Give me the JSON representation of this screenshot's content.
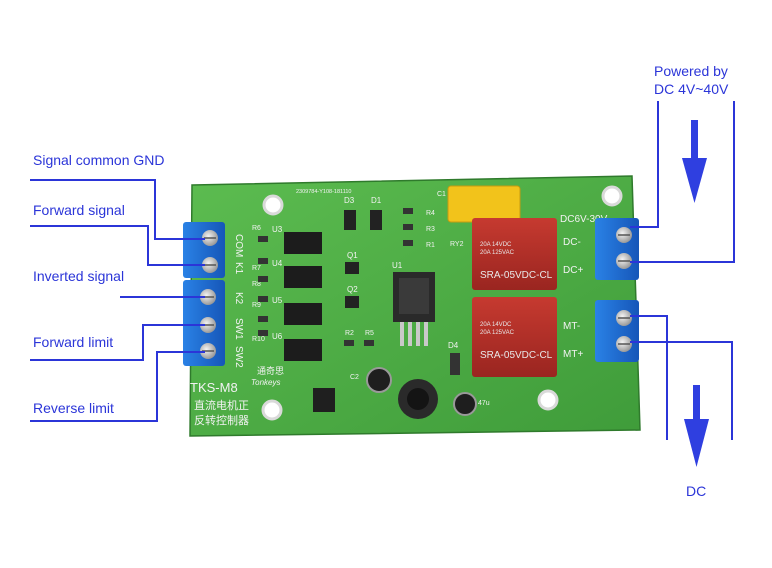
{
  "labels": {
    "signal_common_gnd": "Signal common GND",
    "forward_signal": "Forward signal",
    "inverted_signal": "Inverted signal",
    "forward_limit": "Forward limit",
    "reverse_limit": "Reverse limit",
    "powered_by_line1": "Powered by",
    "powered_by_line2": "DC 4V~40V",
    "dc_out": "DC"
  },
  "board": {
    "serial": "2309784-Y108-181110",
    "model": "TKS-M8",
    "brand": "Tonkeys",
    "brand_cn": "通奇思",
    "desc_cn_line1": "直流电机正",
    "desc_cn_line2": "反转控制器",
    "power_range": "DC6V-30V",
    "left_terminals": [
      "COM",
      "K1",
      "K2",
      "SW1",
      "SW2"
    ],
    "right_top_terminals": [
      "DC-",
      "DC+"
    ],
    "right_bottom_terminals": [
      "MT-",
      "MT+"
    ],
    "relay_model": "SRA-05VDC-CL",
    "relay_rating_line1": "20A 14VDC",
    "relay_rating_line2": "20A 125VAC",
    "relay_label": "RY2",
    "capacitor_label": "47u",
    "components": {
      "u3": "U3",
      "u4": "U4",
      "u5": "U5",
      "u6": "U6",
      "r6": "R6",
      "r7": "R7",
      "r8": "R8",
      "r9": "R9",
      "r10": "R10",
      "q1": "Q1",
      "q2": "Q2",
      "u1": "U1",
      "d1": "D1",
      "d3": "D3",
      "d4": "D4",
      "r1": "R1",
      "r2": "R2",
      "r3": "R3",
      "r4": "R4",
      "r5": "R5",
      "c1": "C1",
      "c2": "C2"
    }
  },
  "colors": {
    "label_blue": "#2b35d8",
    "pcb_green": "#4fb046",
    "terminal_blue": "#1e6fd0",
    "relay_red": "#b8302a",
    "arrow_blue": "#2f3fe0"
  }
}
